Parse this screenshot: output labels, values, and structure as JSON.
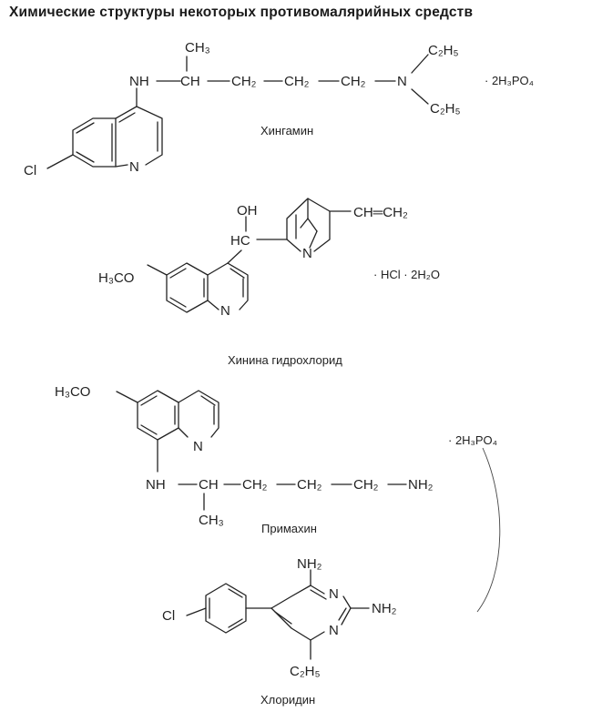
{
  "title": "Химические структуры некоторых противомалярийных средств",
  "compounds": [
    {
      "name": "Хингамин",
      "salt": "· 2H₃PO₄",
      "atoms": {
        "ch3": "CH₃",
        "nh": "NH",
        "ch": "CH",
        "ch2a": "CH₂",
        "ch2b": "CH₂",
        "ch2c": "CH₂",
        "n": "N",
        "et1": "C₂H₅",
        "et2": "C₂H₅",
        "ring_n": "N",
        "cl": "Cl"
      }
    },
    {
      "name": "Хинина гидрохлорид",
      "salt": "· HCl · 2H₂O",
      "atoms": {
        "oh": "OH",
        "hc": "HC",
        "vinyl": "CH═CH₂",
        "bridge_n": "N",
        "methoxy": "H₃CO",
        "ring_n": "N"
      }
    },
    {
      "name": "Примахин",
      "salt": "· 2H₃PO₄",
      "atoms": {
        "methoxy": "H₃CO",
        "ring_n": "N",
        "nh": "NH",
        "ch": "CH",
        "ch2a": "CH₂",
        "ch2b": "CH₂",
        "ch2c": "CH₂",
        "nh2": "NH₂",
        "ch3": "CH₃"
      }
    },
    {
      "name": "Хлоридин",
      "salt": "",
      "atoms": {
        "nh2_top": "NH₂",
        "n1": "N",
        "n2": "N",
        "nh2_right": "NH₂",
        "cl": "Cl",
        "et": "C₂H₅"
      }
    }
  ]
}
